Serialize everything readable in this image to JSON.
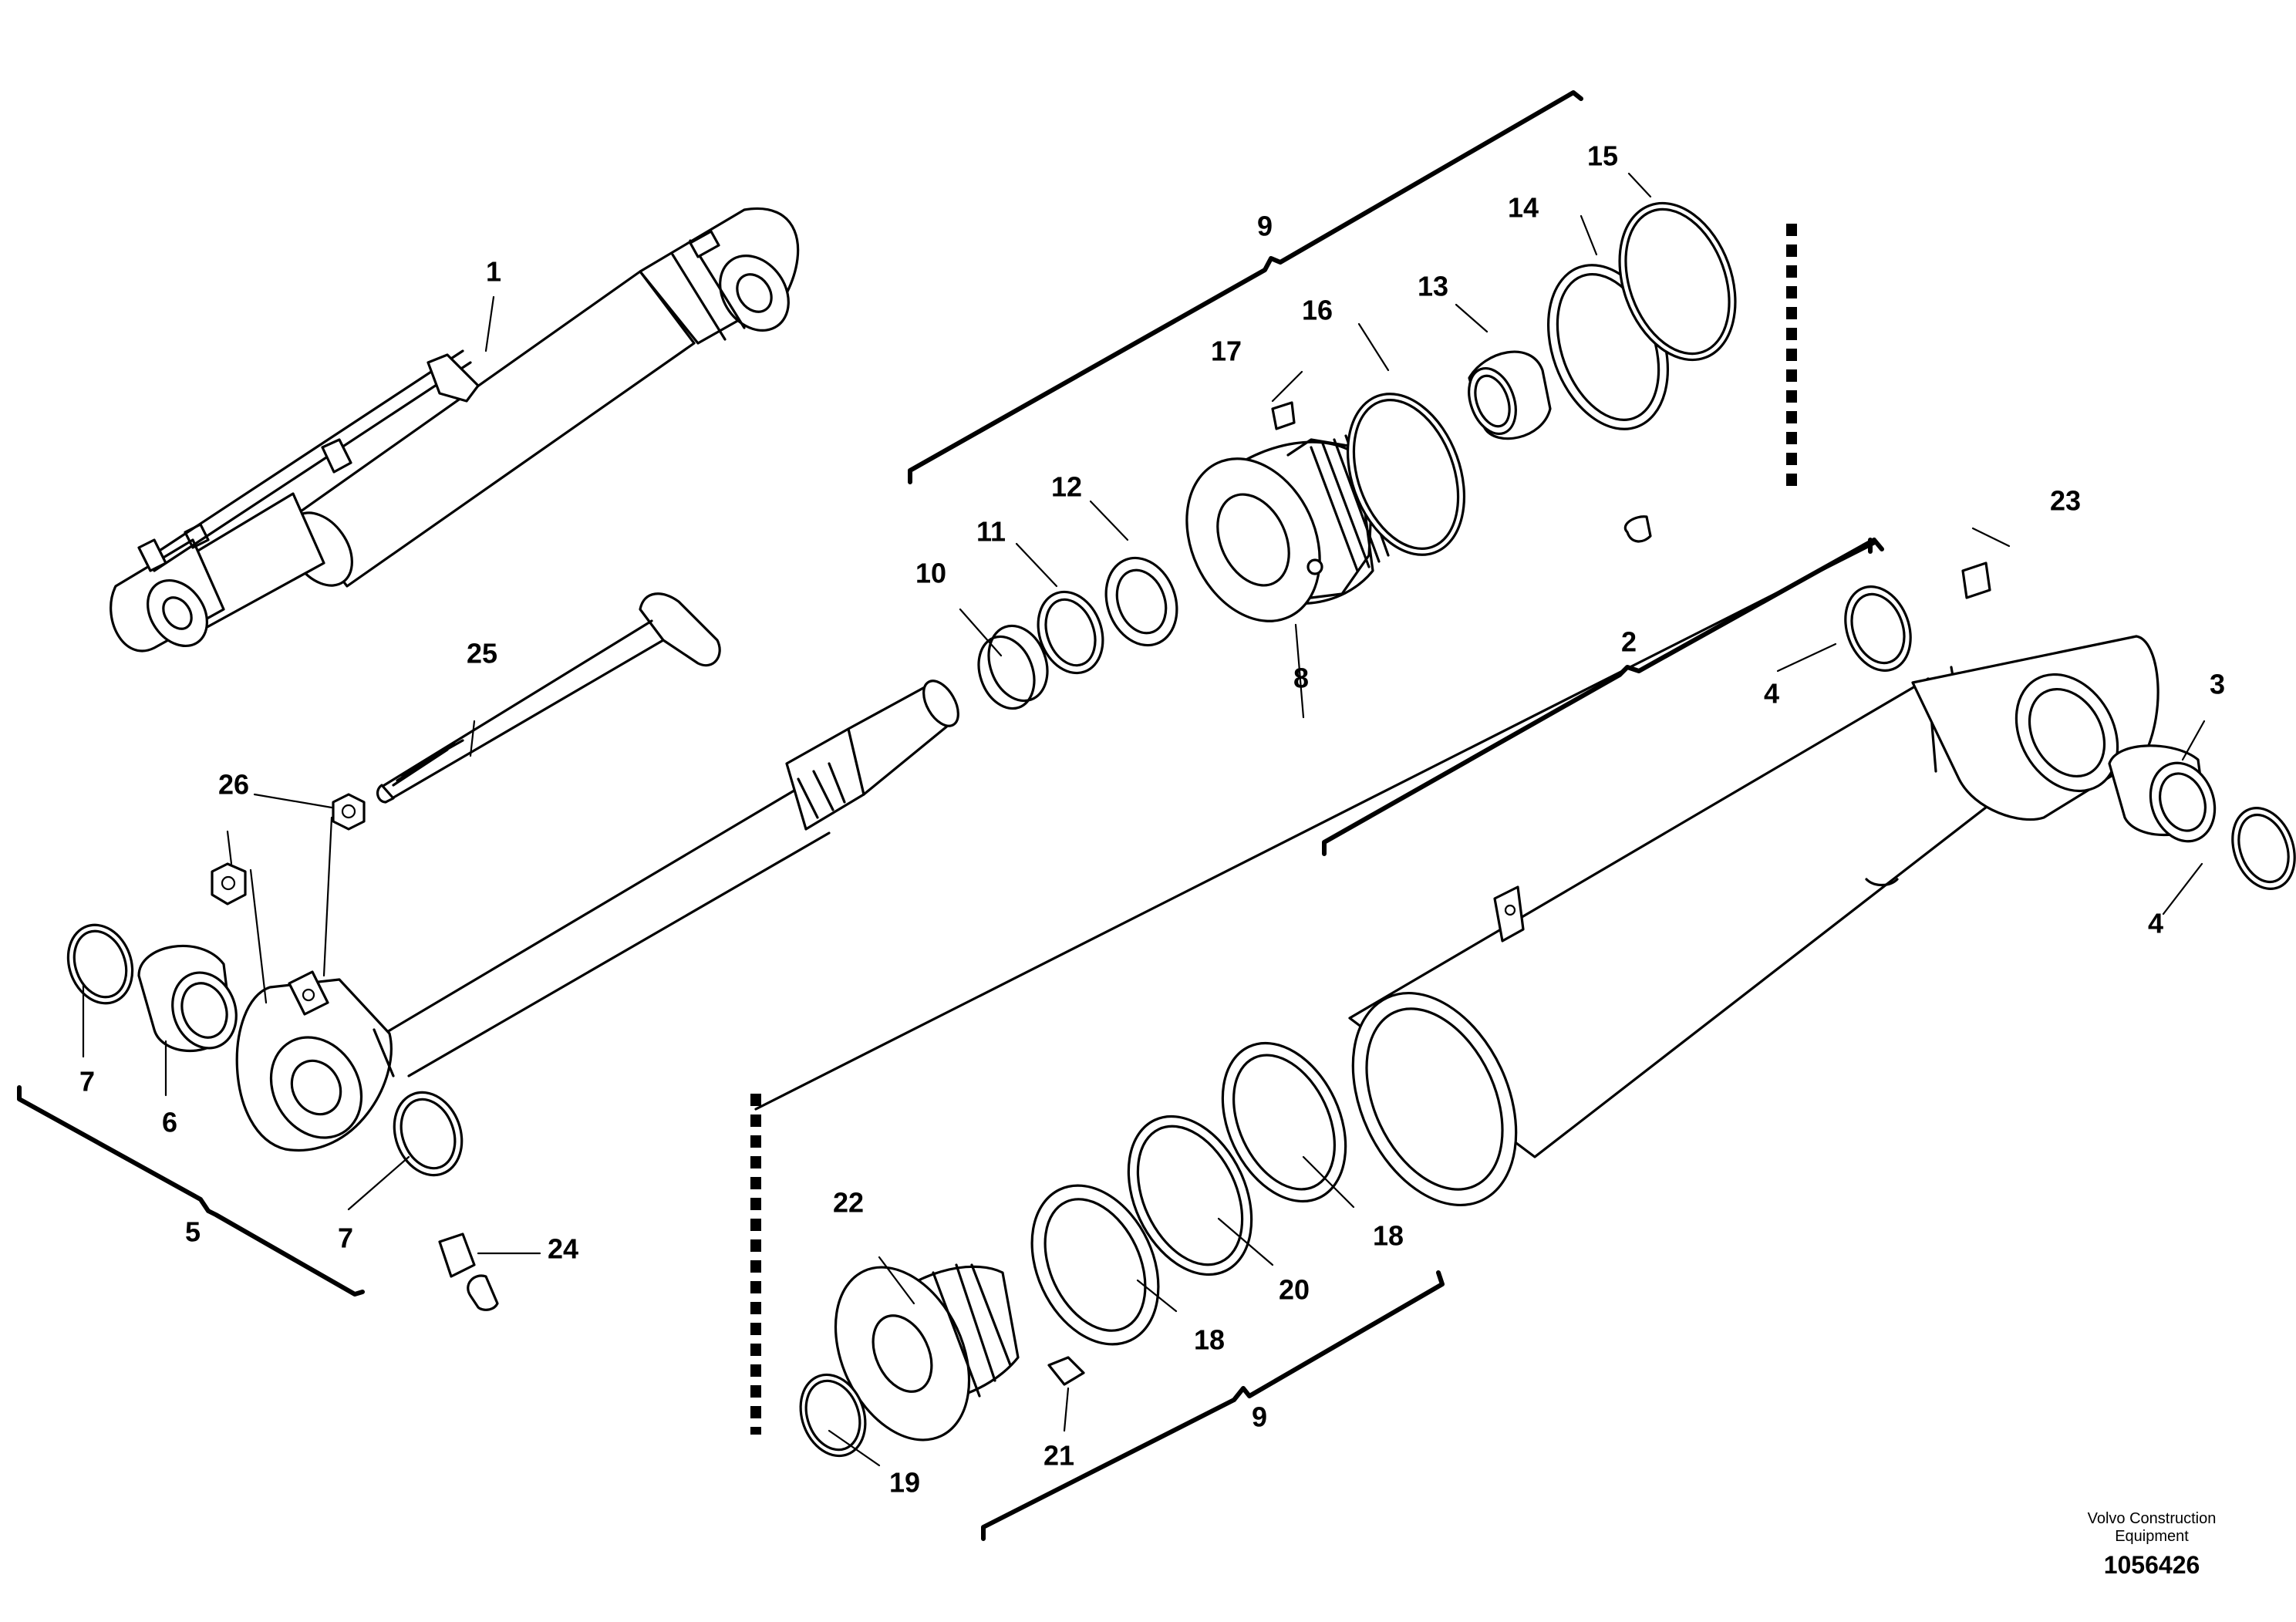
{
  "labels": {
    "l1": "1",
    "l2": "2",
    "l3": "3",
    "l4a": "4",
    "l4b": "4",
    "l5": "5",
    "l6": "6",
    "l7a": "7",
    "l7b": "7",
    "l8": "8",
    "l9a": "9",
    "l9b": "9",
    "l10": "10",
    "l11": "11",
    "l12": "12",
    "l13": "13",
    "l14": "14",
    "l15": "15",
    "l16": "16",
    "l17": "17",
    "l18a": "18",
    "l18b": "18",
    "l19": "19",
    "l20": "20",
    "l21": "21",
    "l22": "22",
    "l23": "23",
    "l24": "24",
    "l25": "25",
    "l26": "26"
  },
  "footer": {
    "brand_line1": "Volvo Construction",
    "brand_line2": "Equipment",
    "drawing_number": "1056426"
  }
}
